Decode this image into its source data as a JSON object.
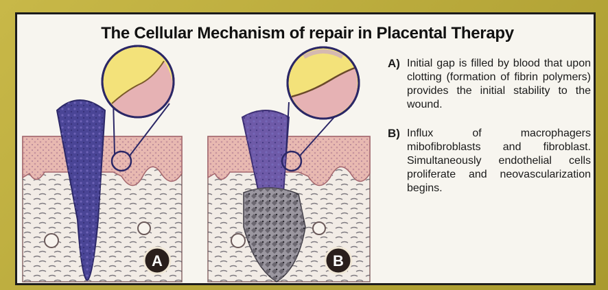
{
  "title": "The Cellular Mechanism of repair in Placental Therapy",
  "panels": [
    {
      "badge": "A"
    },
    {
      "badge": "B"
    }
  ],
  "notes": [
    {
      "letter": "A)",
      "text": "Initial gap is filled by blood that upon clotting (formation of fibrin polymers) provides the initial stability to the wound."
    },
    {
      "letter": "B)",
      "text": "Influx of macrophagers mibofibroblasts and fibroblast. Simultaneously endothelial cells proliferate and neovascularization begins."
    }
  ],
  "colors": {
    "frame": "#b9a93a",
    "panel_bg": "#f7f5ef",
    "skin": "#e8b9b1",
    "dermis": "#f2ece6",
    "wound": "#4a4596",
    "magnifier_fill": "#f3e27a",
    "badge_bg": "#2a1f1c"
  }
}
